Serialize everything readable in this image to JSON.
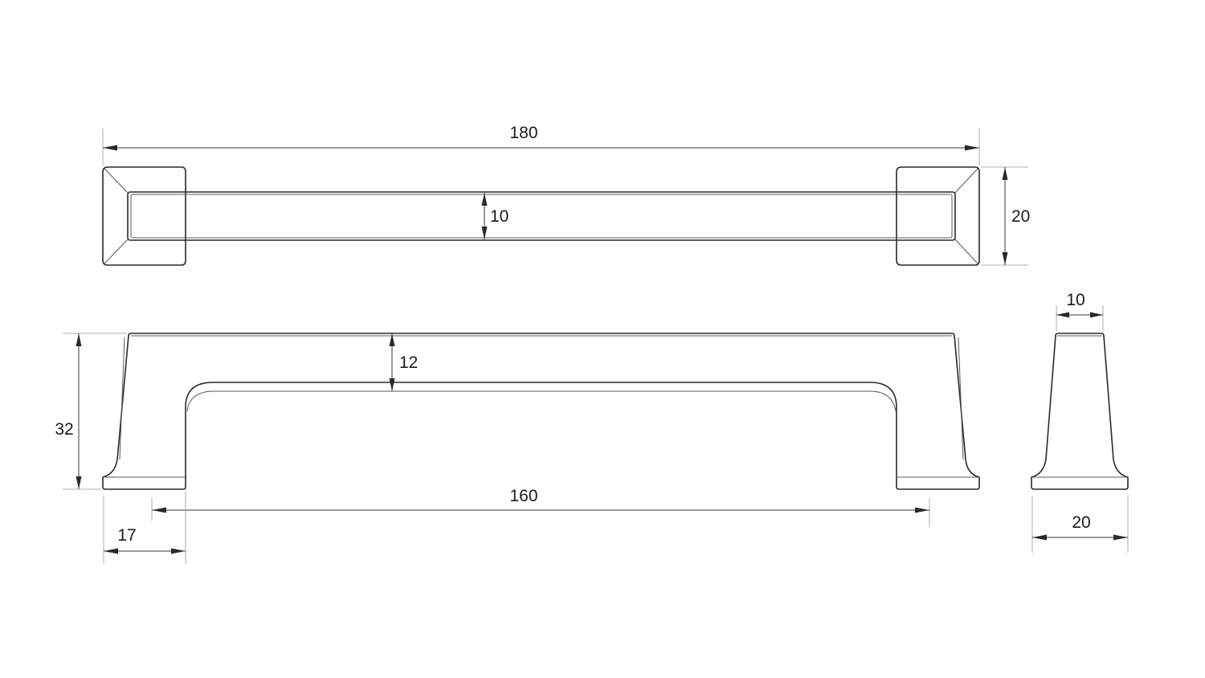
{
  "dimensions": {
    "overall_length": "180",
    "bar_width": "10",
    "base_width_top": "20",
    "height": "32",
    "bar_thickness": "12",
    "hole_spacing": "160",
    "foot_offset": "17",
    "end_top_width": "10",
    "end_base_width": "20"
  }
}
